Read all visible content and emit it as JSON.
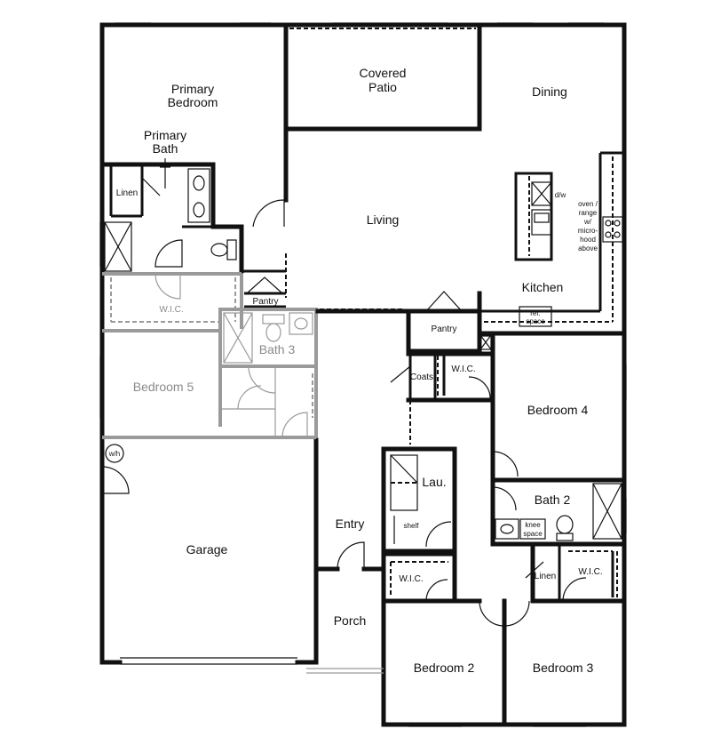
{
  "rooms": {
    "primary_bedroom": [
      "Primary",
      "Bedroom"
    ],
    "covered_patio": [
      "Covered",
      "Patio"
    ],
    "dining": "Dining",
    "primary_bath": [
      "Primary",
      "Bath"
    ],
    "linen_primary": "Linen",
    "living": "Living",
    "kitchen": "Kitchen",
    "wic_primary": "W.I.C.",
    "pantry_small": "Pantry",
    "pantry_kitchen": "Pantry",
    "bath_3": "Bath 3",
    "bedroom_5": "Bedroom 5",
    "coats": "Coats",
    "wic_bedroom4": "W.I.C.",
    "bedroom_4": "Bedroom 4",
    "water_heater": "w/h",
    "laundry": "Lau.",
    "shelf": "shelf",
    "bath_2": "Bath 2",
    "knee_space": [
      "knee",
      "space"
    ],
    "garage": "Garage",
    "entry": "Entry",
    "wic_bedroom2": "W.I.C.",
    "linen_hall": "Linen",
    "wic_bedroom3": "W.I.C.",
    "porch": "Porch",
    "bedroom_2": "Bedroom 2",
    "bedroom_3": "Bedroom 3"
  },
  "annotations": {
    "dishwasher": "d/w",
    "oven_note": [
      "oven /",
      "range",
      "w/",
      "micro-",
      "hood",
      "above"
    ],
    "refrigerator": [
      "ref.",
      "space"
    ]
  },
  "colors": {
    "wall": "#111111",
    "optional_room": "#9a9a9a",
    "background": "#ffffff"
  }
}
